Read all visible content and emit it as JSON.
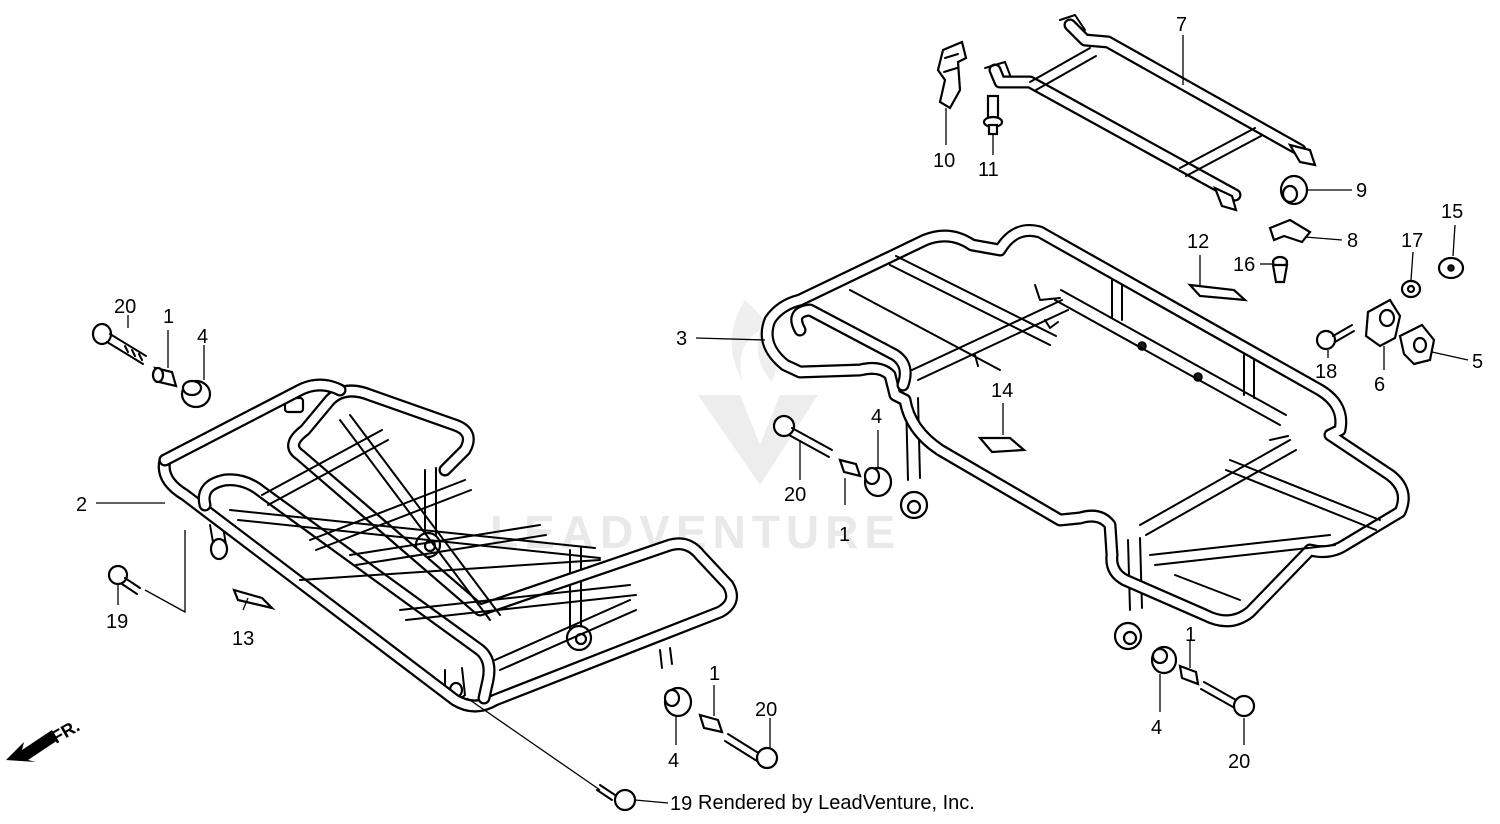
{
  "watermark": "LEADVENTURE",
  "direction_label": "FR.",
  "footer_credit": "Rendered by LeadVenture, Inc.",
  "callouts": {
    "c1a": "1",
    "c1b": "1",
    "c1c": "1",
    "c1d": "1",
    "c2": "2",
    "c3": "3",
    "c4a": "4",
    "c4b": "4",
    "c4c": "4",
    "c4d": "4",
    "c5": "5",
    "c6": "6",
    "c7": "7",
    "c8": "8",
    "c9": "9",
    "c10": "10",
    "c11": "11",
    "c12": "12",
    "c13": "13",
    "c14": "14",
    "c15": "15",
    "c16": "16",
    "c17": "17",
    "c18": "18",
    "c19a": "19",
    "c19b": "19",
    "c20a": "20",
    "c20b": "20",
    "c20c": "20",
    "c20d": "20"
  }
}
